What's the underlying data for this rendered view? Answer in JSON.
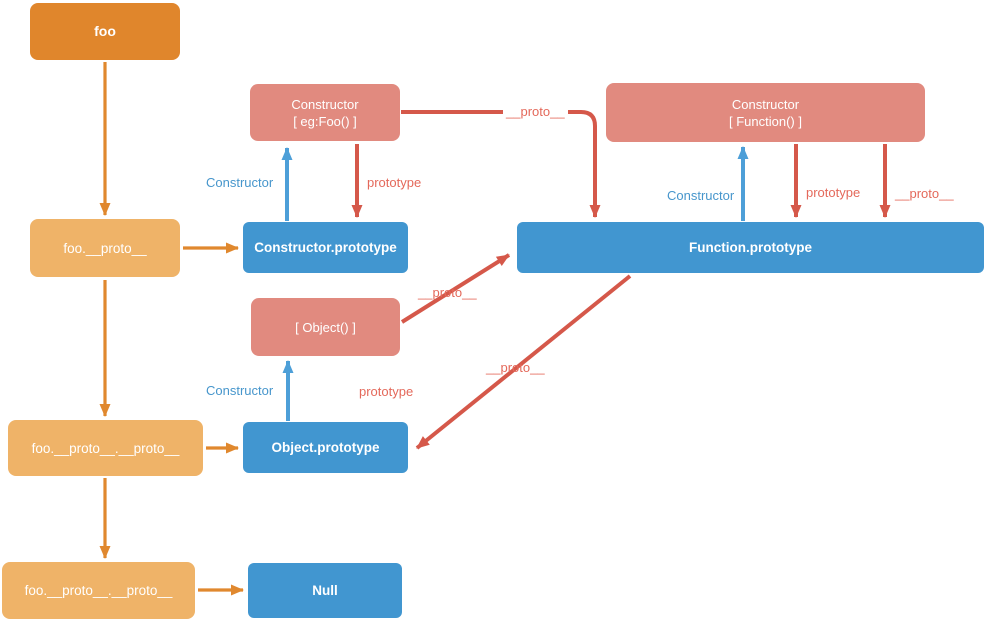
{
  "diagram": {
    "nodes": {
      "foo": "foo",
      "foo_proto": "foo.__proto__",
      "foo_proto_proto": "foo.__proto__.__proto__",
      "foo_proto_proto_bottom": "foo.__proto__.__proto__",
      "constructor_foo_line1": "Constructor",
      "constructor_foo_line2": "[ eg:Foo() ]",
      "constructor_function_line1": "Constructor",
      "constructor_function_line2": "[ Function() ]",
      "object_constructor": "[ Object() ]",
      "constructor_prototype": "Constructor.prototype",
      "function_prototype": "Function.prototype",
      "object_prototype": "Object.prototype",
      "null": "Null"
    },
    "edge_labels": {
      "constructor": "Constructor",
      "prototype": "prototype",
      "proto": "__proto__"
    },
    "colors": {
      "node_orange_dark": "#E0862C",
      "node_orange_light": "#EFB368",
      "node_blue": "#4196D0",
      "node_pink": "#E18A7F",
      "arrow_orange": "#E0882E",
      "arrow_red": "#D5584A",
      "arrow_blue": "#4D9FD8",
      "edge_label_red": "#E4695B",
      "edge_label_blue": "#4796CC"
    }
  }
}
